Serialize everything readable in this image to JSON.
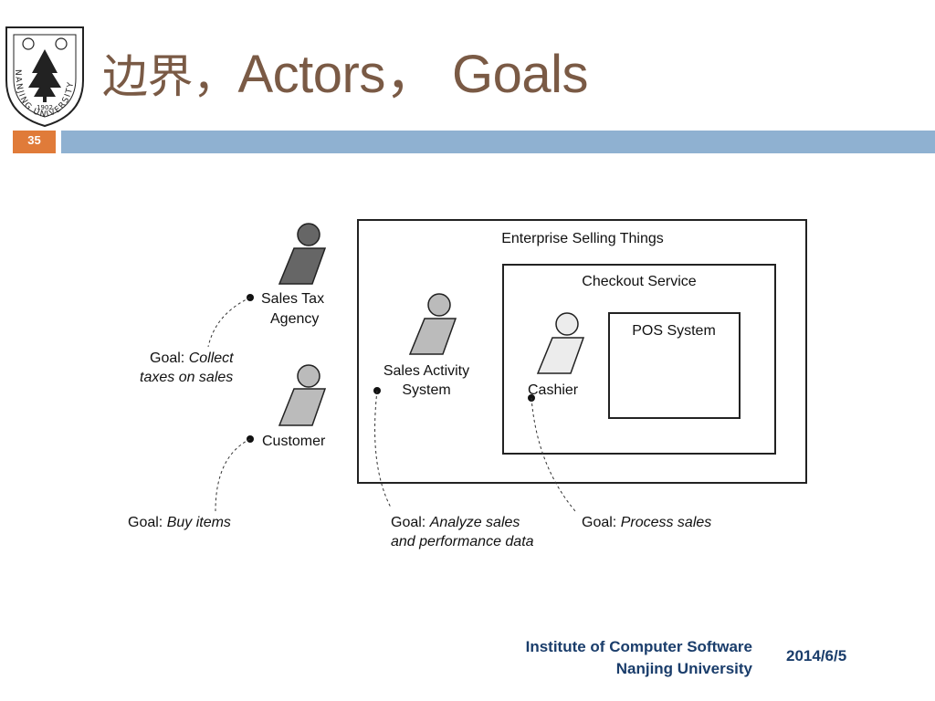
{
  "colors": {
    "title": "#7a5a45",
    "bar_left": "#e07b39",
    "bar_right": "#8fb1d1",
    "footer_text": "#1a3d6b"
  },
  "header": {
    "title_cn": "边界，",
    "title_en": "Actors， Goals",
    "slide_number": "35"
  },
  "logo": {
    "text_ring": "NANJING UNIVERSITY",
    "year": "1902",
    "icon": "university-seal-icon"
  },
  "diagram": {
    "boxes": {
      "enterprise": "Enterprise Selling Things",
      "checkout": "Checkout Service",
      "pos": "POS System"
    },
    "actors": {
      "sales_tax_agency": [
        "Sales Tax",
        "Agency"
      ],
      "customer": "Customer",
      "sales_activity_system": [
        "Sales Activity",
        "System"
      ],
      "cashier": "Cashier"
    },
    "goals": {
      "collect_taxes": {
        "prefix": "Goal: ",
        "text": [
          "Collect",
          "taxes on sales"
        ]
      },
      "buy_items": {
        "prefix": "Goal: ",
        "text": "Buy items"
      },
      "analyze_sales": {
        "prefix": "Goal: ",
        "text": [
          "Analyze sales",
          "and performance data"
        ]
      },
      "process_sales": {
        "prefix": "Goal: ",
        "text": "Process sales"
      }
    }
  },
  "footer": {
    "line1": "Institute of Computer Software",
    "line2": "Nanjing University",
    "date": "2014/6/5"
  }
}
